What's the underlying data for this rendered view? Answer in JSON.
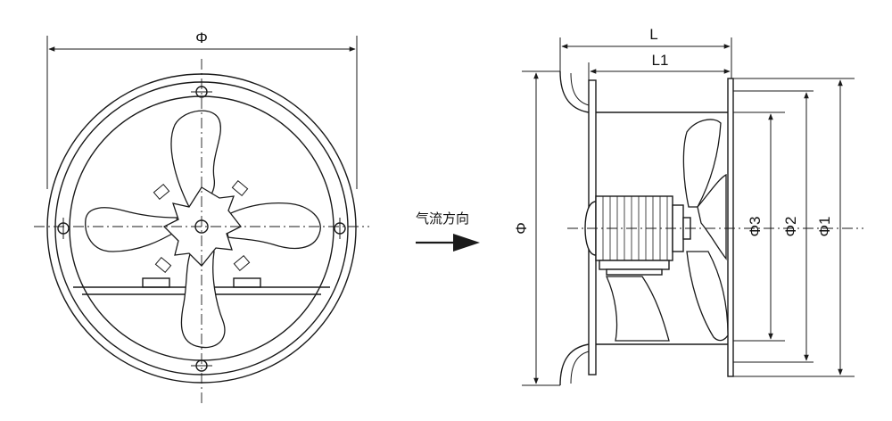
{
  "front_view": {
    "diameter_label": "Φ"
  },
  "airflow": {
    "label": "气流方向"
  },
  "side_view": {
    "length_label": "L",
    "length1_label": "L1",
    "diameter_label": "Φ",
    "diameter1_label": "Φ1",
    "diameter2_label": "Φ2",
    "diameter3_label": "Φ3"
  },
  "colors": {
    "line": "#1a1a1a",
    "fill": "#ffffff"
  }
}
